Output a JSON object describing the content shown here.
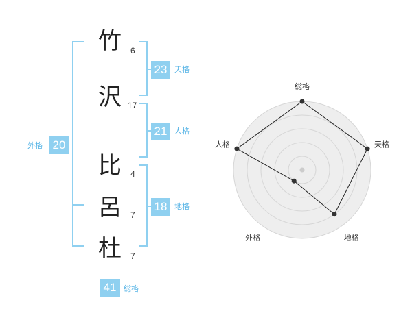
{
  "name": {
    "characters": [
      {
        "char": "竹",
        "strokes": "6"
      },
      {
        "char": "沢",
        "strokes": "17"
      },
      {
        "char": "比",
        "strokes": "4"
      },
      {
        "char": "呂",
        "strokes": "7"
      },
      {
        "char": "杜",
        "strokes": "7"
      }
    ]
  },
  "fortunes": {
    "tenkaku": {
      "value": "23",
      "label": "天格"
    },
    "jinkaku": {
      "value": "21",
      "label": "人格"
    },
    "chikaku": {
      "value": "18",
      "label": "地格"
    },
    "gaikaku": {
      "value": "20",
      "label": "外格"
    },
    "soukaku": {
      "value": "41",
      "label": "総格"
    }
  },
  "colors": {
    "accent": "#8fd0f0",
    "accent_text": "#57b4e6",
    "radar_fill": "#eeeeee",
    "ring": "#d6d6d6",
    "polygon_line": "#222222"
  },
  "chart_data": {
    "type": "radar",
    "axes": [
      "総格",
      "天格",
      "地格",
      "外格",
      "人格"
    ],
    "scale": [
      0,
      5
    ],
    "rings": 5,
    "values": [
      5,
      5,
      4,
      1,
      5
    ]
  }
}
